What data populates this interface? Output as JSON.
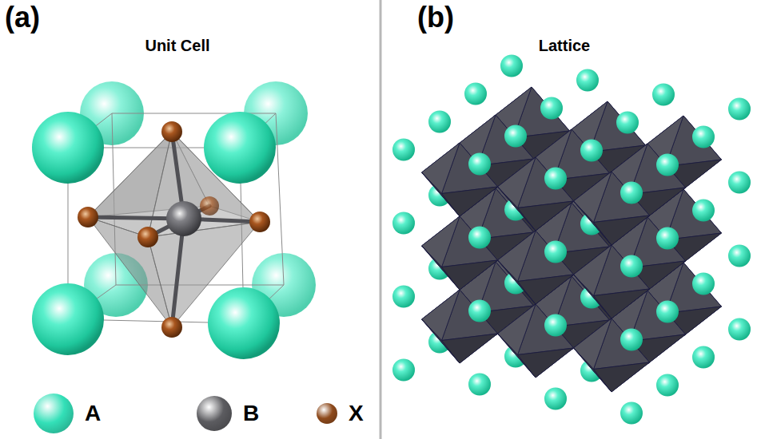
{
  "diagram": {
    "labels": [
      "(a)",
      "Unit Cell",
      "(b)",
      "Lattice"
    ],
    "legend": [
      {
        "text": "A",
        "color": "#33e0b8"
      },
      {
        "text": "B",
        "color": "#5c5c60"
      },
      {
        "text": "X",
        "color": "#8e4a1c"
      }
    ]
  }
}
